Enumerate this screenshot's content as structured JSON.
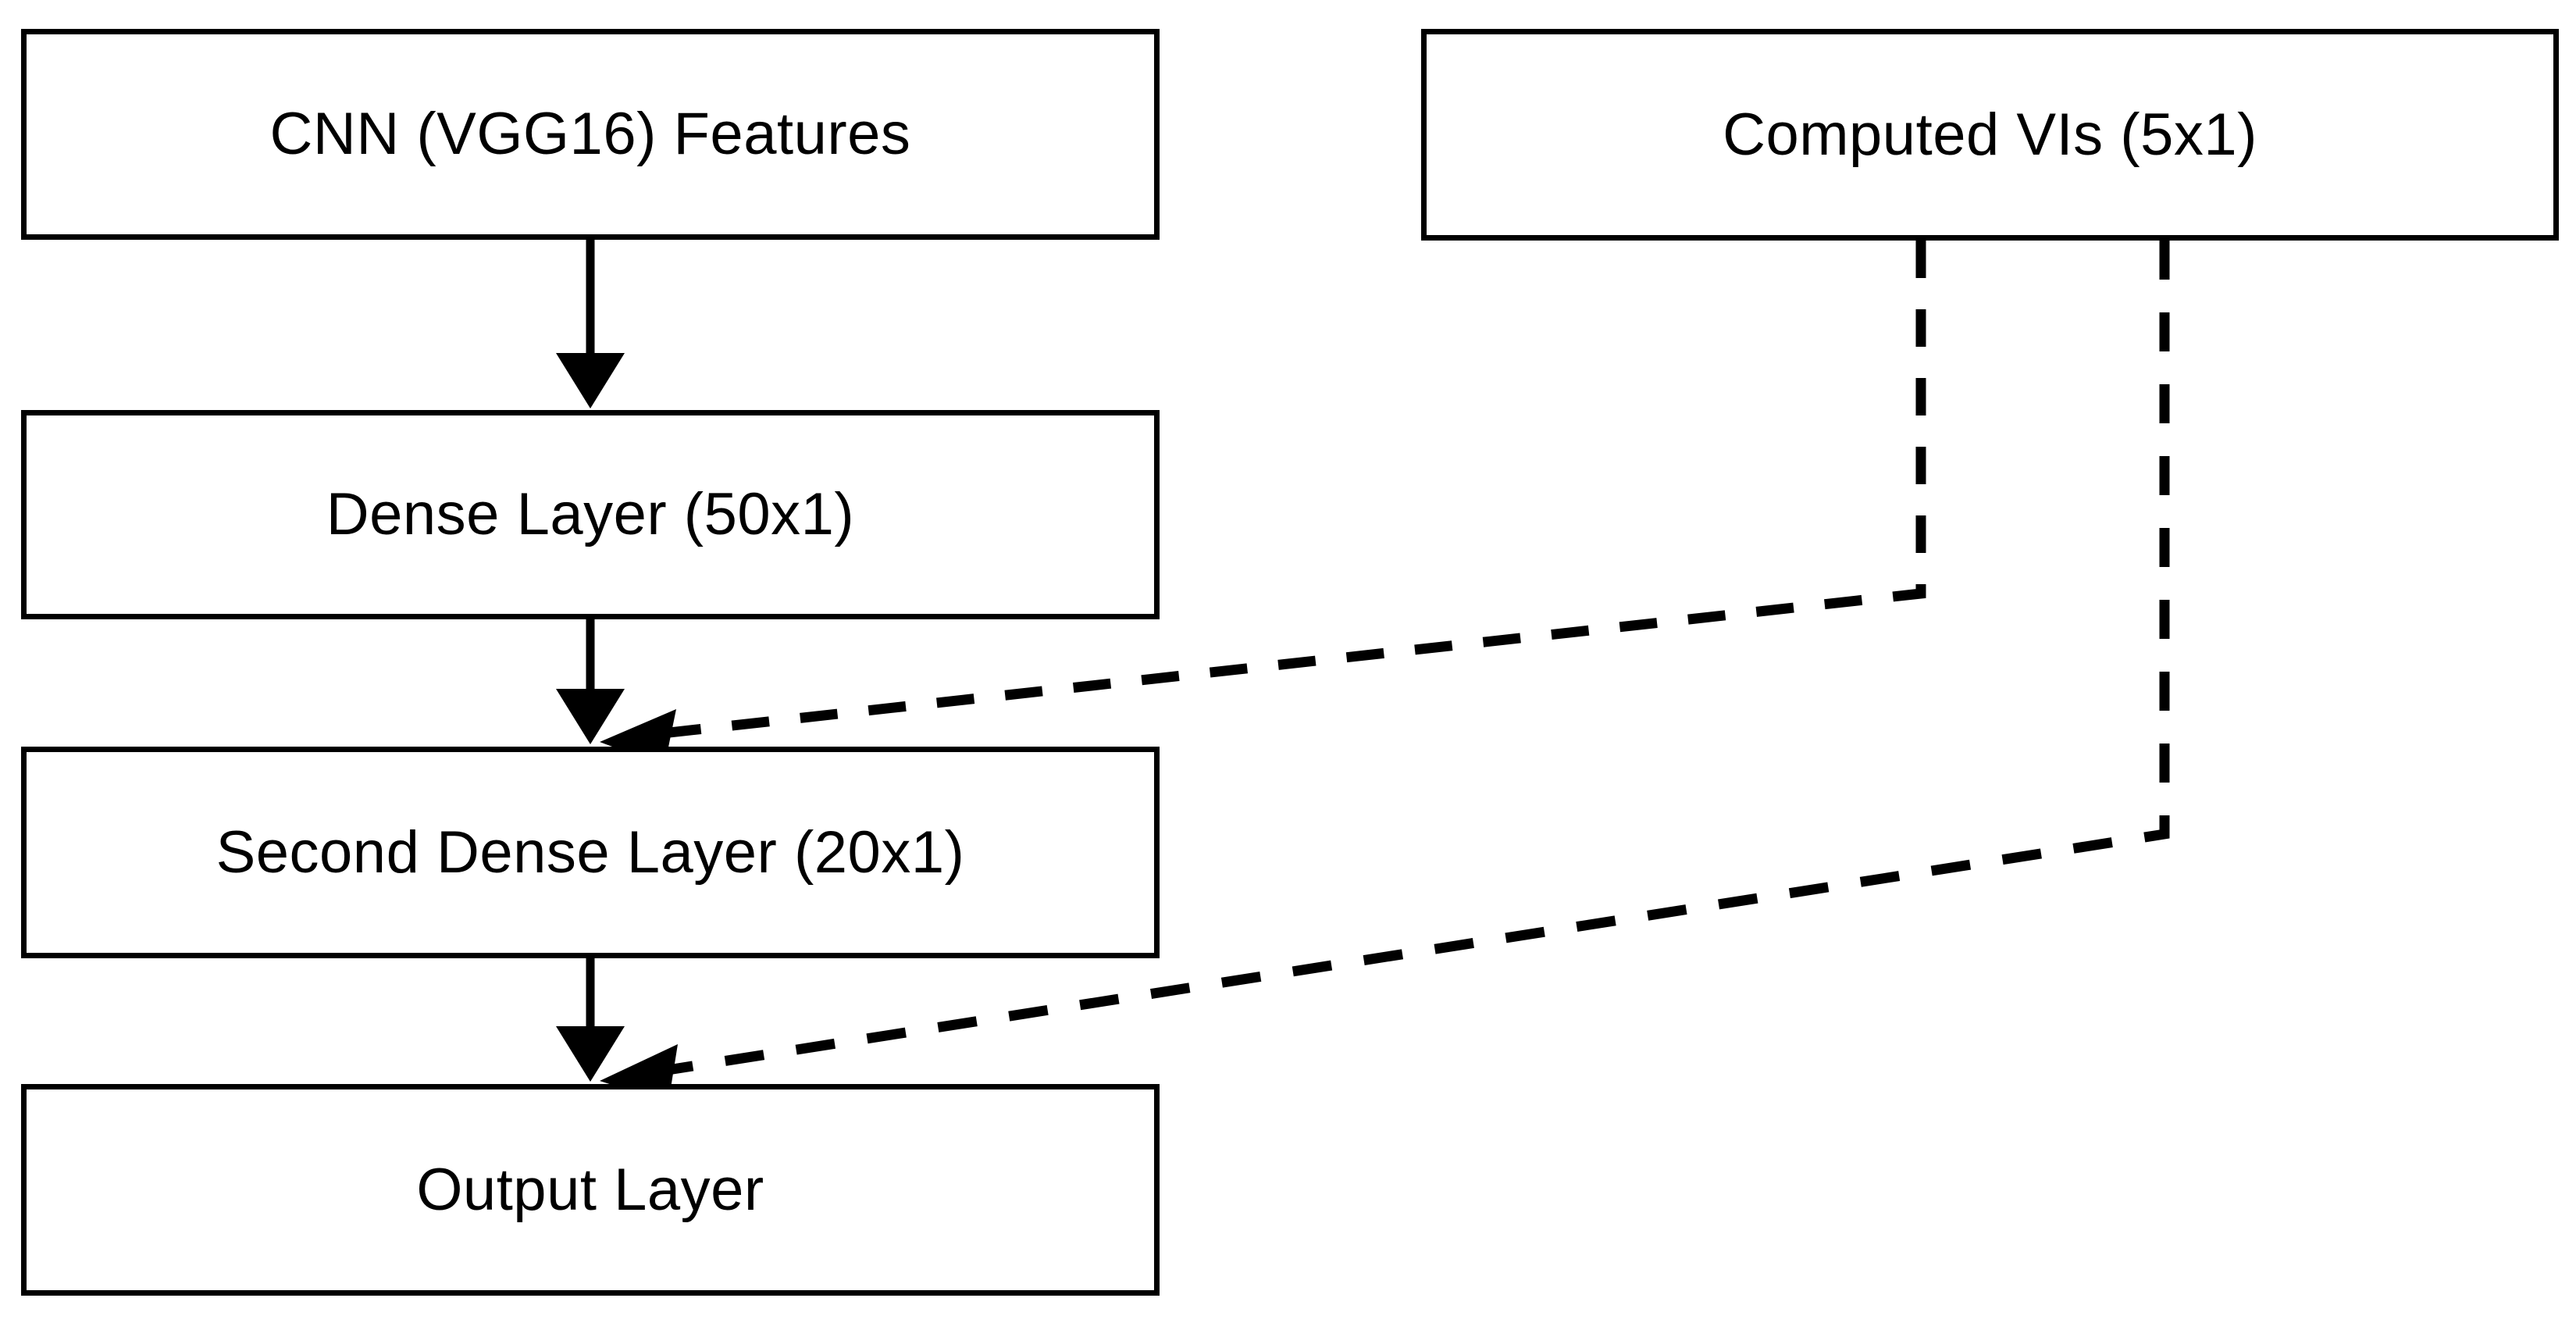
{
  "diagram": {
    "type": "flowchart",
    "title": "CNN + Vegetation Indices fusion network architecture",
    "background_color": "#ffffff",
    "line_color": "#000000",
    "nodes": [
      {
        "id": "cnn-features",
        "label": "CNN (VGG16) Features",
        "column": "left",
        "order": 1
      },
      {
        "id": "computed-vis",
        "label": "Computed VIs (5x1)",
        "column": "right",
        "order": 1
      },
      {
        "id": "dense-layer",
        "label": "Dense Layer (50x1)",
        "column": "left",
        "order": 2
      },
      {
        "id": "second-dense-layer",
        "label": "Second Dense Layer (20x1)",
        "column": "left",
        "order": 3
      },
      {
        "id": "output-layer",
        "label": "Output Layer",
        "column": "left",
        "order": 4
      }
    ],
    "edges": [
      {
        "id": "edge-cnn-to-dense",
        "from": "cnn-features",
        "to": "dense-layer",
        "style": "solid",
        "arrow": true
      },
      {
        "id": "edge-dense-to-second-dense",
        "from": "dense-layer",
        "to": "second-dense-layer",
        "style": "solid",
        "arrow": true
      },
      {
        "id": "edge-second-dense-to-output",
        "from": "second-dense-layer",
        "to": "output-layer",
        "style": "solid",
        "arrow": true
      },
      {
        "id": "edge-vis-to-second-dense",
        "from": "computed-vis",
        "to": "second-dense-layer",
        "style": "dashed",
        "arrow": true
      },
      {
        "id": "edge-vis-to-output",
        "from": "computed-vis",
        "to": "output-layer",
        "style": "dashed",
        "arrow": true
      }
    ]
  }
}
